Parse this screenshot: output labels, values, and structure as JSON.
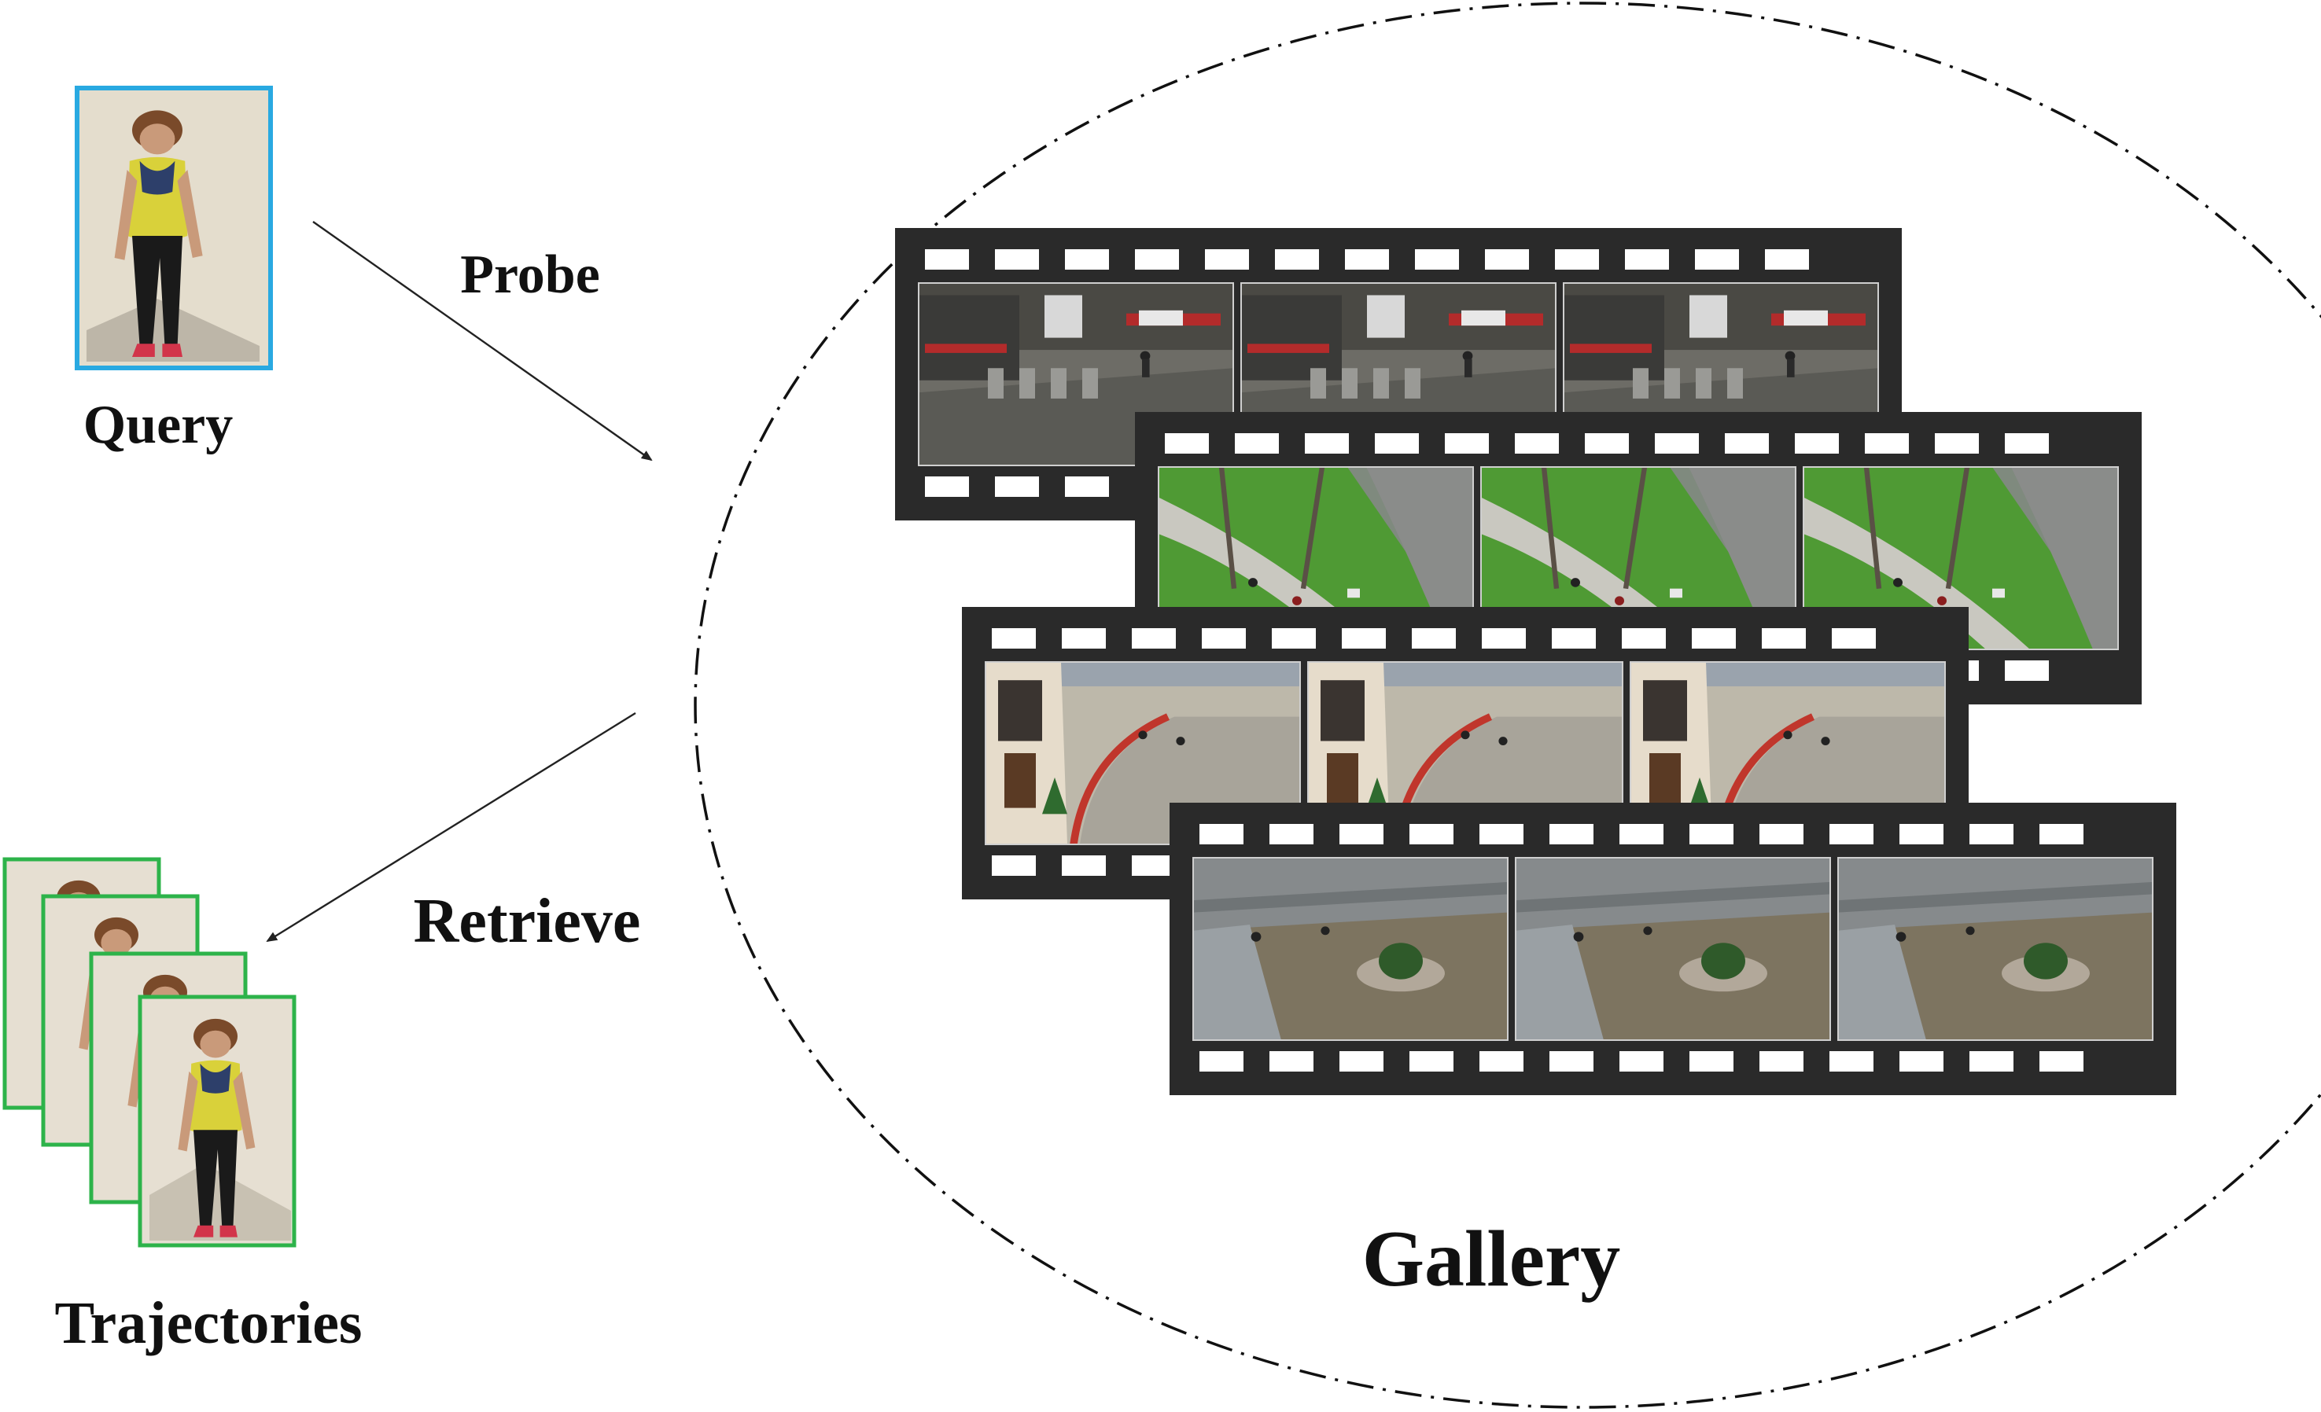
{
  "labels": {
    "query": "Query",
    "probe": "Probe",
    "retrieve": "Retrieve",
    "trajectories": "Trajectories",
    "gallery": "Gallery"
  },
  "colors": {
    "query_border": "#29a9e1",
    "trajectory_border": "#2db34a",
    "film": "#2a2a2a",
    "film_hole": "#ffffff",
    "arrow": "#222222"
  },
  "film_strips": [
    {
      "scene": "station-interior",
      "frames": 3
    },
    {
      "scene": "park-street",
      "frames": 3
    },
    {
      "scene": "building-sidewalk",
      "frames": 3
    },
    {
      "scene": "plaza-planter",
      "frames": 3
    }
  ],
  "trajectory_frames": 4
}
